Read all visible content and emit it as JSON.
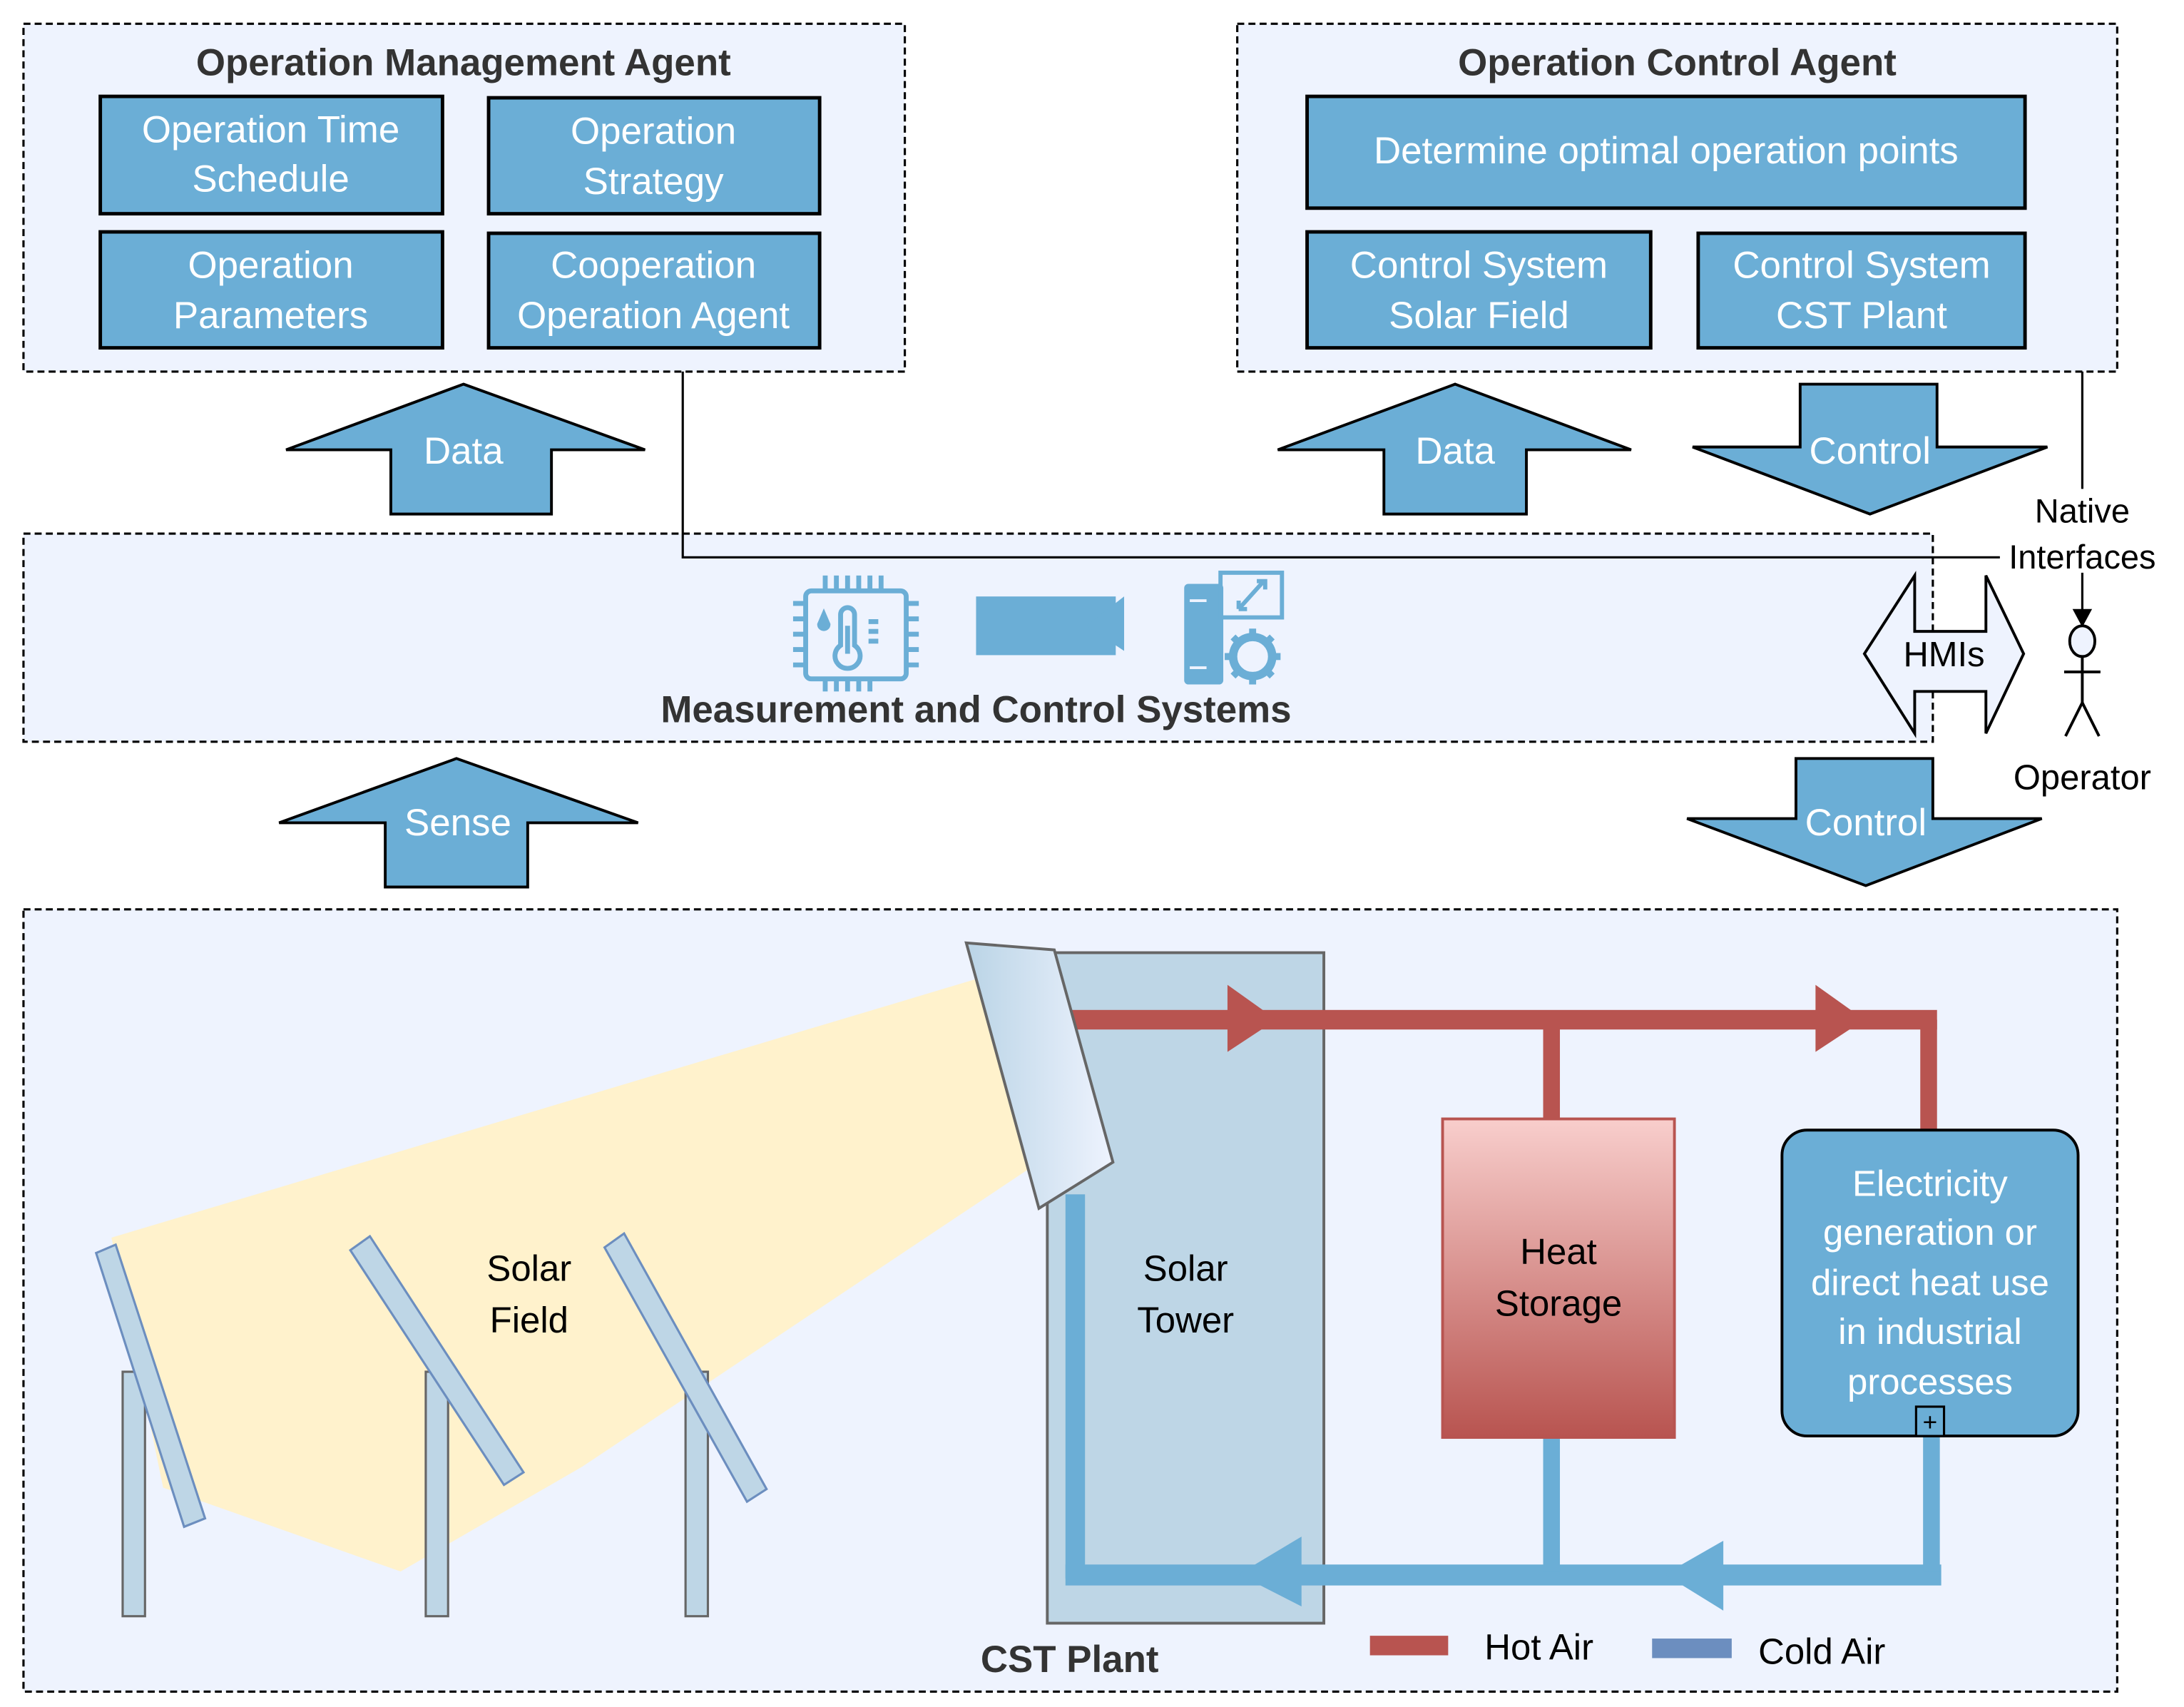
{
  "colors": {
    "panel_bg": "#EEF3FE",
    "box_fill": "#6BAED6",
    "hot_air": "#B85450",
    "cold_air": "#6BAED6",
    "cold_air_legend": "#6C8EBF",
    "tower_fill": "#BED6E6",
    "sun_beam": "#FFF2CC"
  },
  "management_agent": {
    "title": "Operation Management Agent",
    "boxes": [
      {
        "line1": "Operation Time",
        "line2": "Schedule"
      },
      {
        "line1": "Operation",
        "line2": "Strategy"
      },
      {
        "line1": "Operation",
        "line2": "Parameters"
      },
      {
        "line1": "Cooperation",
        "line2": "Operation Agent"
      }
    ]
  },
  "control_agent": {
    "title": "Operation Control Agent",
    "top_box": "Determine optimal operation points",
    "boxes": [
      {
        "line1": "Control System",
        "line2": "Solar Field"
      },
      {
        "line1": "Control System",
        "line2": "CST Plant"
      }
    ]
  },
  "arrows": {
    "data_left": "Data",
    "data_right": "Data",
    "control_top": "Control",
    "sense": "Sense",
    "control_bottom": "Control",
    "hmis": "HMIs"
  },
  "native_interfaces": {
    "line1": "Native",
    "line2": "Interfaces"
  },
  "operator": "Operator",
  "measurement": {
    "title": "Measurement and Control Systems",
    "icons": [
      "sensor-chip-icon",
      "video-camera-icon",
      "server-settings-icon"
    ]
  },
  "plant": {
    "title": "CST Plant",
    "solar_field": {
      "line1": "Solar",
      "line2": "Field"
    },
    "solar_tower": {
      "line1": "Solar",
      "line2": "Tower"
    },
    "heat_storage": {
      "line1": "Heat",
      "line2": "Storage"
    },
    "process": {
      "lines": [
        "Electricity",
        "generation or",
        "direct heat use",
        "in industrial",
        "processes"
      ],
      "marker": "+"
    },
    "legend": [
      {
        "label": "Hot Air",
        "color": "#B85450"
      },
      {
        "label": "Cold Air",
        "color": "#6C8EBF"
      }
    ]
  }
}
